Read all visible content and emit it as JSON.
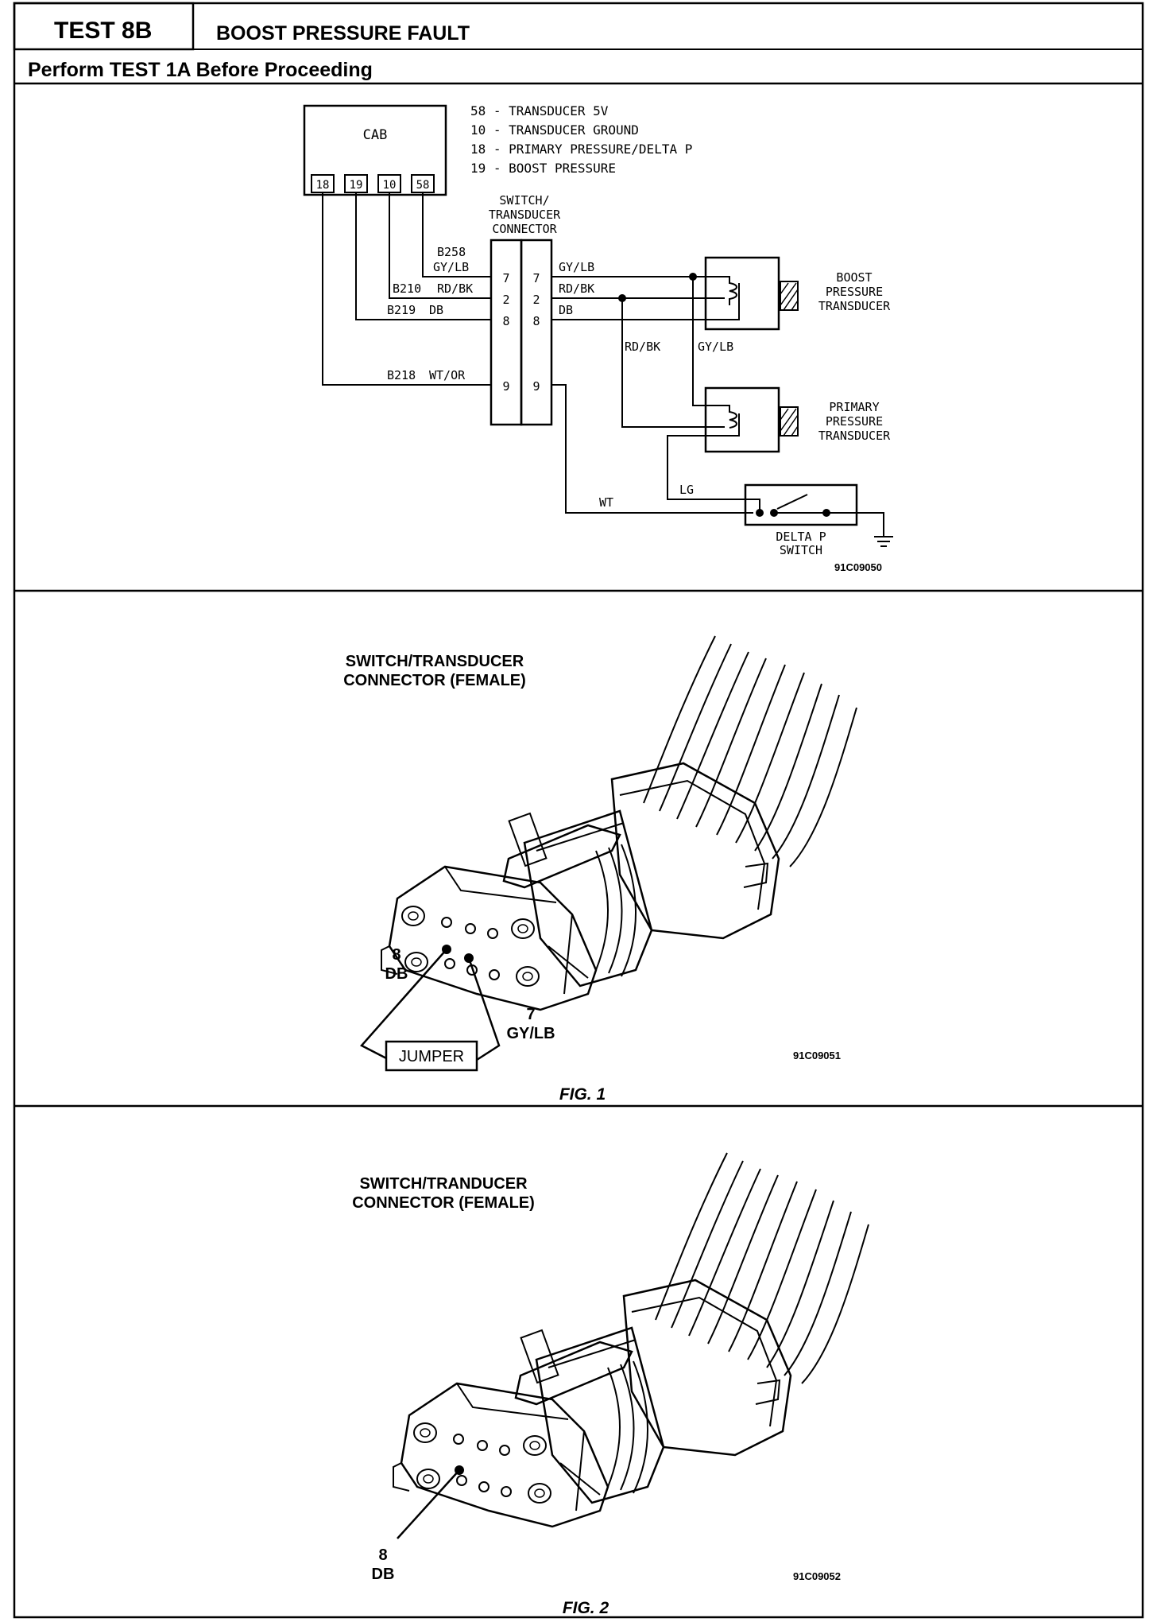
{
  "header": {
    "test_id": "TEST 8B",
    "test_title": "BOOST PRESSURE FAULT",
    "prerequisite": "Perform TEST 1A Before Proceeding"
  },
  "schematic": {
    "cab_label": "CAB",
    "cab_pins": [
      "18",
      "19",
      "10",
      "58"
    ],
    "legend": [
      "58 - TRANSDUCER 5V",
      "10 - TRANSDUCER GROUND",
      "18 - PRIMARY PRESSURE/DELTA P",
      "19 - BOOST PRESSURE"
    ],
    "connector_title": [
      "SWITCH/",
      "TRANSDUCER",
      "CONNECTOR"
    ],
    "connector_pins": [
      "7",
      "2",
      "8",
      "9"
    ],
    "left_wires": [
      {
        "circuit": "B258",
        "color": "GY/LB"
      },
      {
        "circuit": "B210",
        "color": "RD/BK"
      },
      {
        "circuit": "B219",
        "color": "DB"
      },
      {
        "circuit": "B218",
        "color": "WT/OR"
      }
    ],
    "right_wires": [
      "GY/LB",
      "RD/BK",
      "DB"
    ],
    "branch_labels": [
      "RD/BK",
      "GY/LB"
    ],
    "boost_transducer": [
      "BOOST",
      "PRESSURE",
      "TRANSDUCER"
    ],
    "primary_transducer": [
      "PRIMARY",
      "PRESSURE",
      "TRANSDUCER"
    ],
    "switch_wire_labels": [
      "WT",
      "LG"
    ],
    "delta_p_switch": [
      "DELTA P",
      "SWITCH"
    ],
    "figure_id": "91C09050"
  },
  "fig1": {
    "connector_label": [
      "SWITCH/TRANSDUCER",
      "CONNECTOR (FEMALE)"
    ],
    "pin_a": {
      "number": "8",
      "color": "DB"
    },
    "pin_b": {
      "number": "7",
      "color": "GY/LB"
    },
    "jumper_label": "JUMPER",
    "figure_id": "91C09051",
    "caption": "FIG. 1"
  },
  "fig2": {
    "connector_label": [
      "SWITCH/TRANDUCER",
      "CONNECTOR (FEMALE)"
    ],
    "pin_a": {
      "number": "8",
      "color": "DB"
    },
    "figure_id": "91C09052",
    "caption": "FIG. 2"
  }
}
